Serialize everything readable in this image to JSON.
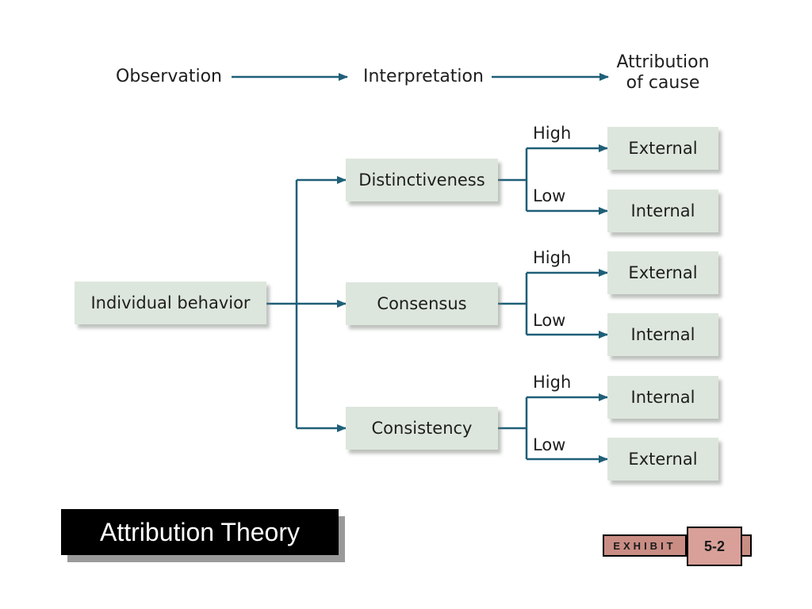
{
  "header": {
    "observation": "Observation",
    "interpretation": "Interpretation",
    "attribution_line1": "Attribution",
    "attribution_line2": "of cause"
  },
  "root": {
    "label": "Individual behavior"
  },
  "factors": [
    {
      "label": "Distinctiveness",
      "branches": [
        {
          "level": "High",
          "result": "External"
        },
        {
          "level": "Low",
          "result": "Internal"
        }
      ]
    },
    {
      "label": "Consensus",
      "branches": [
        {
          "level": "High",
          "result": "External"
        },
        {
          "level": "Low",
          "result": "Internal"
        }
      ]
    },
    {
      "label": "Consistency",
      "branches": [
        {
          "level": "High",
          "result": "Internal"
        },
        {
          "level": "Low",
          "result": "External"
        }
      ]
    }
  ],
  "title": "Attribution Theory",
  "exhibit": {
    "label": "EXHIBIT",
    "number": "5-2"
  },
  "colors": {
    "box_fill": "#dde6dc",
    "connector": "#1f5f78",
    "title_bg": "#000000",
    "exhibit_tag": "#c98d84"
  }
}
